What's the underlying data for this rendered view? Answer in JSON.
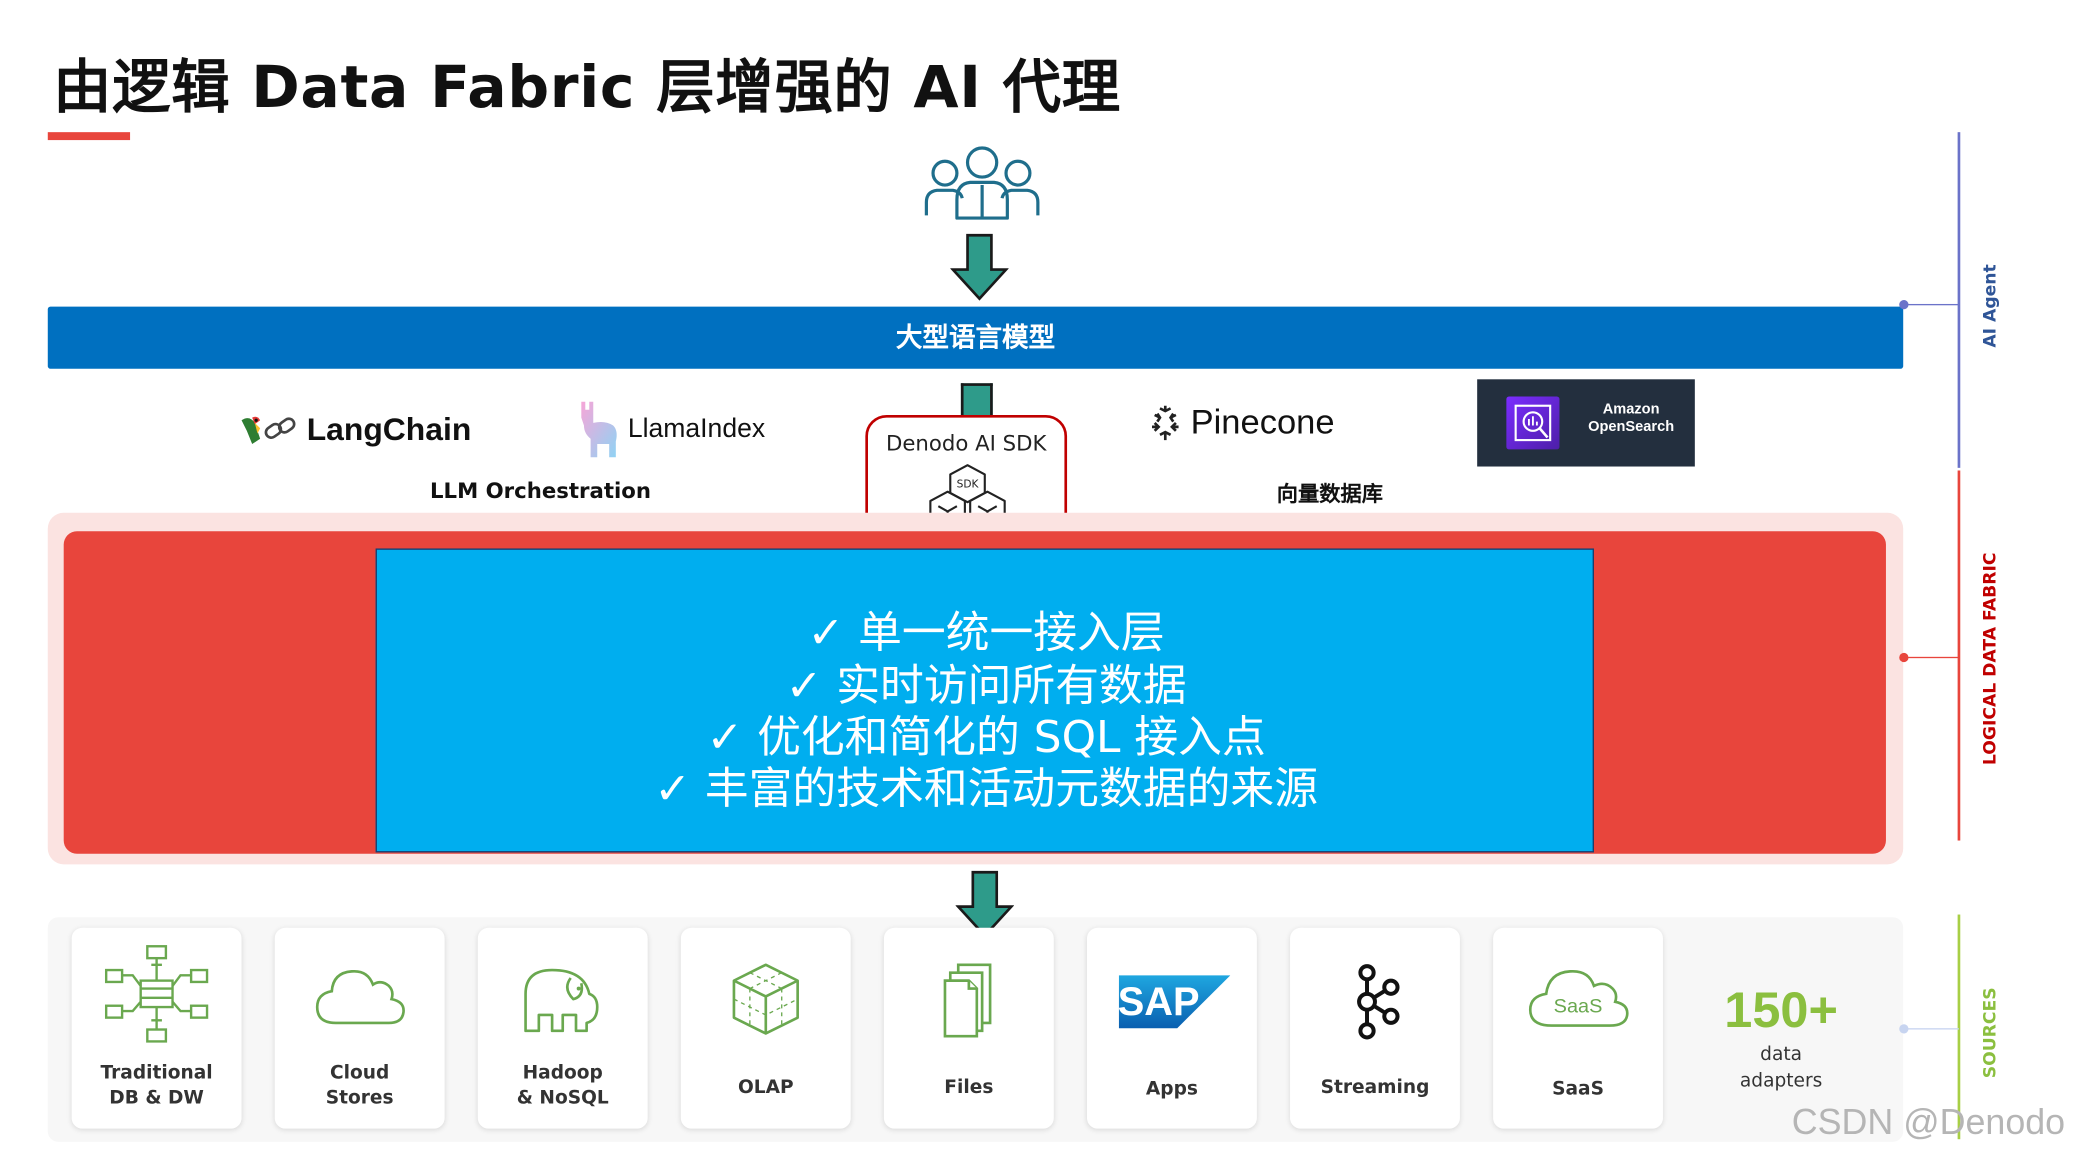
{
  "title": "由逻辑 Data Fabric 层增强的 AI 代理",
  "llm_bar_label": "大型语言模型",
  "orchestration": {
    "langchain": "LangChain",
    "llamaindex": "LlamaIndex",
    "caption": "LLM Orchestration"
  },
  "sdk": {
    "title": "Denodo AI SDK",
    "badge": "SDK"
  },
  "vector_db": {
    "pinecone": "Pinecone",
    "amazon_line1": "Amazon",
    "amazon_line2": "OpenSearch",
    "caption": "向量数据库"
  },
  "fabric_bullets": [
    "✓  单一统一接入层",
    "✓  实时访问所有数据",
    "✓  优化和简化的 SQL 接入点",
    "✓  丰富的技术和活动元数据的来源"
  ],
  "sources": [
    {
      "line1": "Traditional",
      "line2": "DB & DW"
    },
    {
      "line1": "Cloud",
      "line2": "Stores"
    },
    {
      "line1": "Hadoop",
      "line2": "& NoSQL"
    },
    {
      "line1": "OLAP",
      "line2": ""
    },
    {
      "line1": "Files",
      "line2": ""
    },
    {
      "line1": "Apps",
      "line2": ""
    },
    {
      "line1": "Streaming",
      "line2": ""
    },
    {
      "line1": "SaaS",
      "line2": ""
    }
  ],
  "sap_logo": "SAP",
  "saas_icon_text": "SaaS",
  "adapters": {
    "count": "150+",
    "line1": "data",
    "line2": "adapters"
  },
  "side_labels": {
    "agent": "AI Agent",
    "fabric": "LOGICAL DATA FABRIC",
    "sources": "SOURCES"
  },
  "colors": {
    "title_accent": "#e8453c",
    "llm_bar": "#0070c0",
    "fabric_red": "#e8453c",
    "fabric_blue": "#00aeef",
    "arrow": "#2e9b8a",
    "icon_green": "#6aa84f",
    "agent_line": "#6b73c9",
    "fabric_line": "#e8453c",
    "sources_line": "#a8cf45"
  },
  "watermark": "CSDN @Denodo"
}
